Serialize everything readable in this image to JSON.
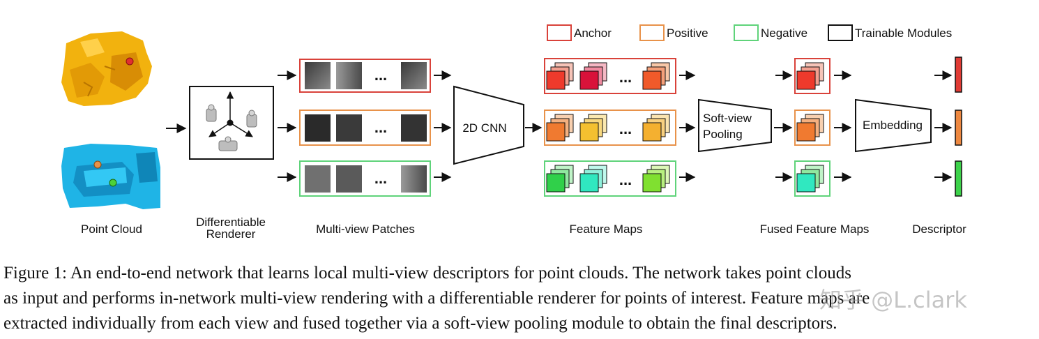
{
  "legend": {
    "anchor": "Anchor",
    "positive": "Positive",
    "negative": "Negative",
    "trainable": "Trainable Modules"
  },
  "colors": {
    "anchor": "#d9423a",
    "positive": "#e8924a",
    "negative": "#5fd37a",
    "trainable": "#111111",
    "scan_yellow": "#f2b20e",
    "scan_blue": "#1fb4e6"
  },
  "modules": {
    "cnn": "2D CNN",
    "pooling_line1": "Soft-view",
    "pooling_line2": "Pooling",
    "embedding": "Embedding"
  },
  "ellipsis": "...",
  "labels": {
    "point_cloud": "Point Cloud",
    "renderer_line1": "Differentiable",
    "renderer_line2": "Renderer",
    "patches": "Multi-view Patches",
    "feature_maps": "Feature Maps",
    "fused": "Fused Feature Maps",
    "descriptor": "Descriptor"
  },
  "caption": {
    "line1": "Figure 1:  An end-to-end network that learns local multi-view descriptors for point clouds.  The network takes point clouds",
    "line2": "as input and performs in-network multi-view rendering with a differentiable renderer for points of interest.  Feature maps are",
    "line3": "extracted individually from each view and fused together via a soft-view pooling module to obtain the final descriptors."
  },
  "watermark": "知乎 @L.clark"
}
